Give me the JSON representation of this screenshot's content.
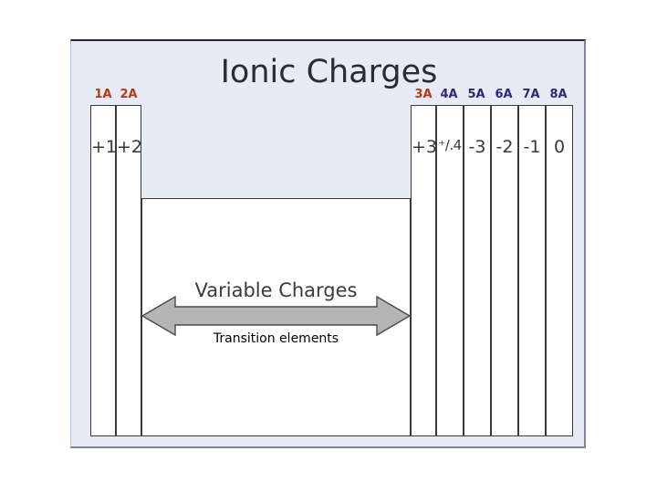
{
  "slide": {
    "title": "Ionic Charges",
    "background_color": "#e7ebf5",
    "page_background": "#ffffff"
  },
  "colors": {
    "header_band": "#e7ebf5",
    "cell_fill": "#ffffff",
    "cell_border": "#3b3b3b",
    "group_label_red": "#b23a14",
    "group_label_blue": "#2a2a7a",
    "arrow_fill": "#b5b5b5",
    "arrow_stroke": "#4a4a4a",
    "title_text": "#2b2b33",
    "charge_text": "#37373c"
  },
  "left_groups": [
    {
      "label": "1A",
      "label_color": "red",
      "charge": "+1"
    },
    {
      "label": "2A",
      "label_color": "red",
      "charge": "+2"
    }
  ],
  "right_groups": [
    {
      "label": "3A",
      "label_color": "red",
      "charge": "+3"
    },
    {
      "label": "4A",
      "label_color": "blue",
      "charge": "⁺/.4"
    },
    {
      "label": "5A",
      "label_color": "blue",
      "charge": "-3"
    },
    {
      "label": "6A",
      "label_color": "blue",
      "charge": "-2"
    },
    {
      "label": "7A",
      "label_color": "blue",
      "charge": "-1"
    },
    {
      "label": "8A",
      "label_color": "blue",
      "charge": "0"
    }
  ],
  "middle": {
    "variable_charges_label": "Variable Charges",
    "transition_elements_label": "Transition elements",
    "arrow_name": "double-headed-arrow"
  }
}
